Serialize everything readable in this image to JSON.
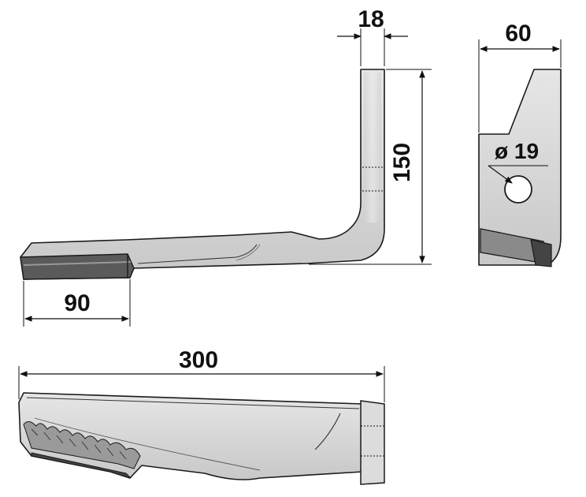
{
  "dimensions": {
    "thickness": "18",
    "height": "150",
    "width_side": "60",
    "hole_diameter": "ø 19",
    "mount_length": "90",
    "total_length": "300"
  },
  "colors": {
    "blade_fill": "#d9d9d9",
    "blade_stroke": "#1a1a1a",
    "edge_dark": "#555555",
    "line": "#111111"
  }
}
